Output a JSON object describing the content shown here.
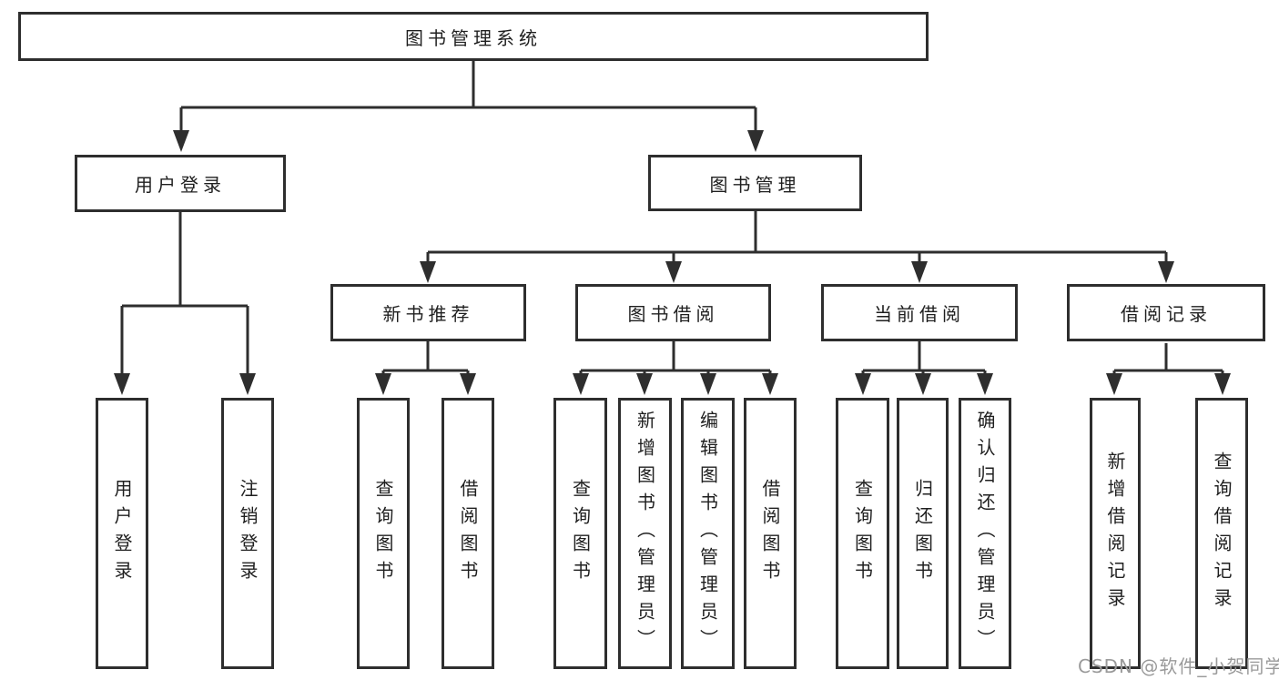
{
  "page": {
    "background": "#ffffff",
    "line_color": "#2e2e2e",
    "text_color": "#1f1f1f"
  },
  "watermark": {
    "text": "CSDN @软件_小贺同学",
    "color": "#9a9a9a"
  },
  "diagram": {
    "type": "hierarchy-tree",
    "root": {
      "label": "图书管理系统"
    },
    "level2": [
      {
        "label": "用户登录",
        "parent": "图书管理系统"
      },
      {
        "label": "图书管理",
        "parent": "图书管理系统"
      }
    ],
    "level3": [
      {
        "label": "新书推荐",
        "parent": "图书管理"
      },
      {
        "label": "图书借阅",
        "parent": "图书管理"
      },
      {
        "label": "当前借阅",
        "parent": "图书管理"
      },
      {
        "label": "借阅记录",
        "parent": "图书管理"
      }
    ],
    "level4": [
      {
        "label": "用户登录",
        "parent": "用户登录"
      },
      {
        "label": "注销登录",
        "parent": "用户登录"
      },
      {
        "label": "查询图书",
        "parent": "新书推荐"
      },
      {
        "label": "借阅图书",
        "parent": "新书推荐"
      },
      {
        "label": "查询图书",
        "parent": "图书借阅"
      },
      {
        "label": "新增图书（管理员）",
        "parent": "图书借阅"
      },
      {
        "label": "编辑图书（管理员）",
        "parent": "图书借阅"
      },
      {
        "label": "借阅图书",
        "parent": "图书借阅"
      },
      {
        "label": "查询图书",
        "parent": "当前借阅"
      },
      {
        "label": "归还图书",
        "parent": "当前借阅"
      },
      {
        "label": "确认归还（管理员）",
        "parent": "当前借阅"
      },
      {
        "label": "新增借阅记录",
        "parent": "借阅记录"
      },
      {
        "label": "查询借阅记录",
        "parent": "借阅记录"
      }
    ]
  }
}
